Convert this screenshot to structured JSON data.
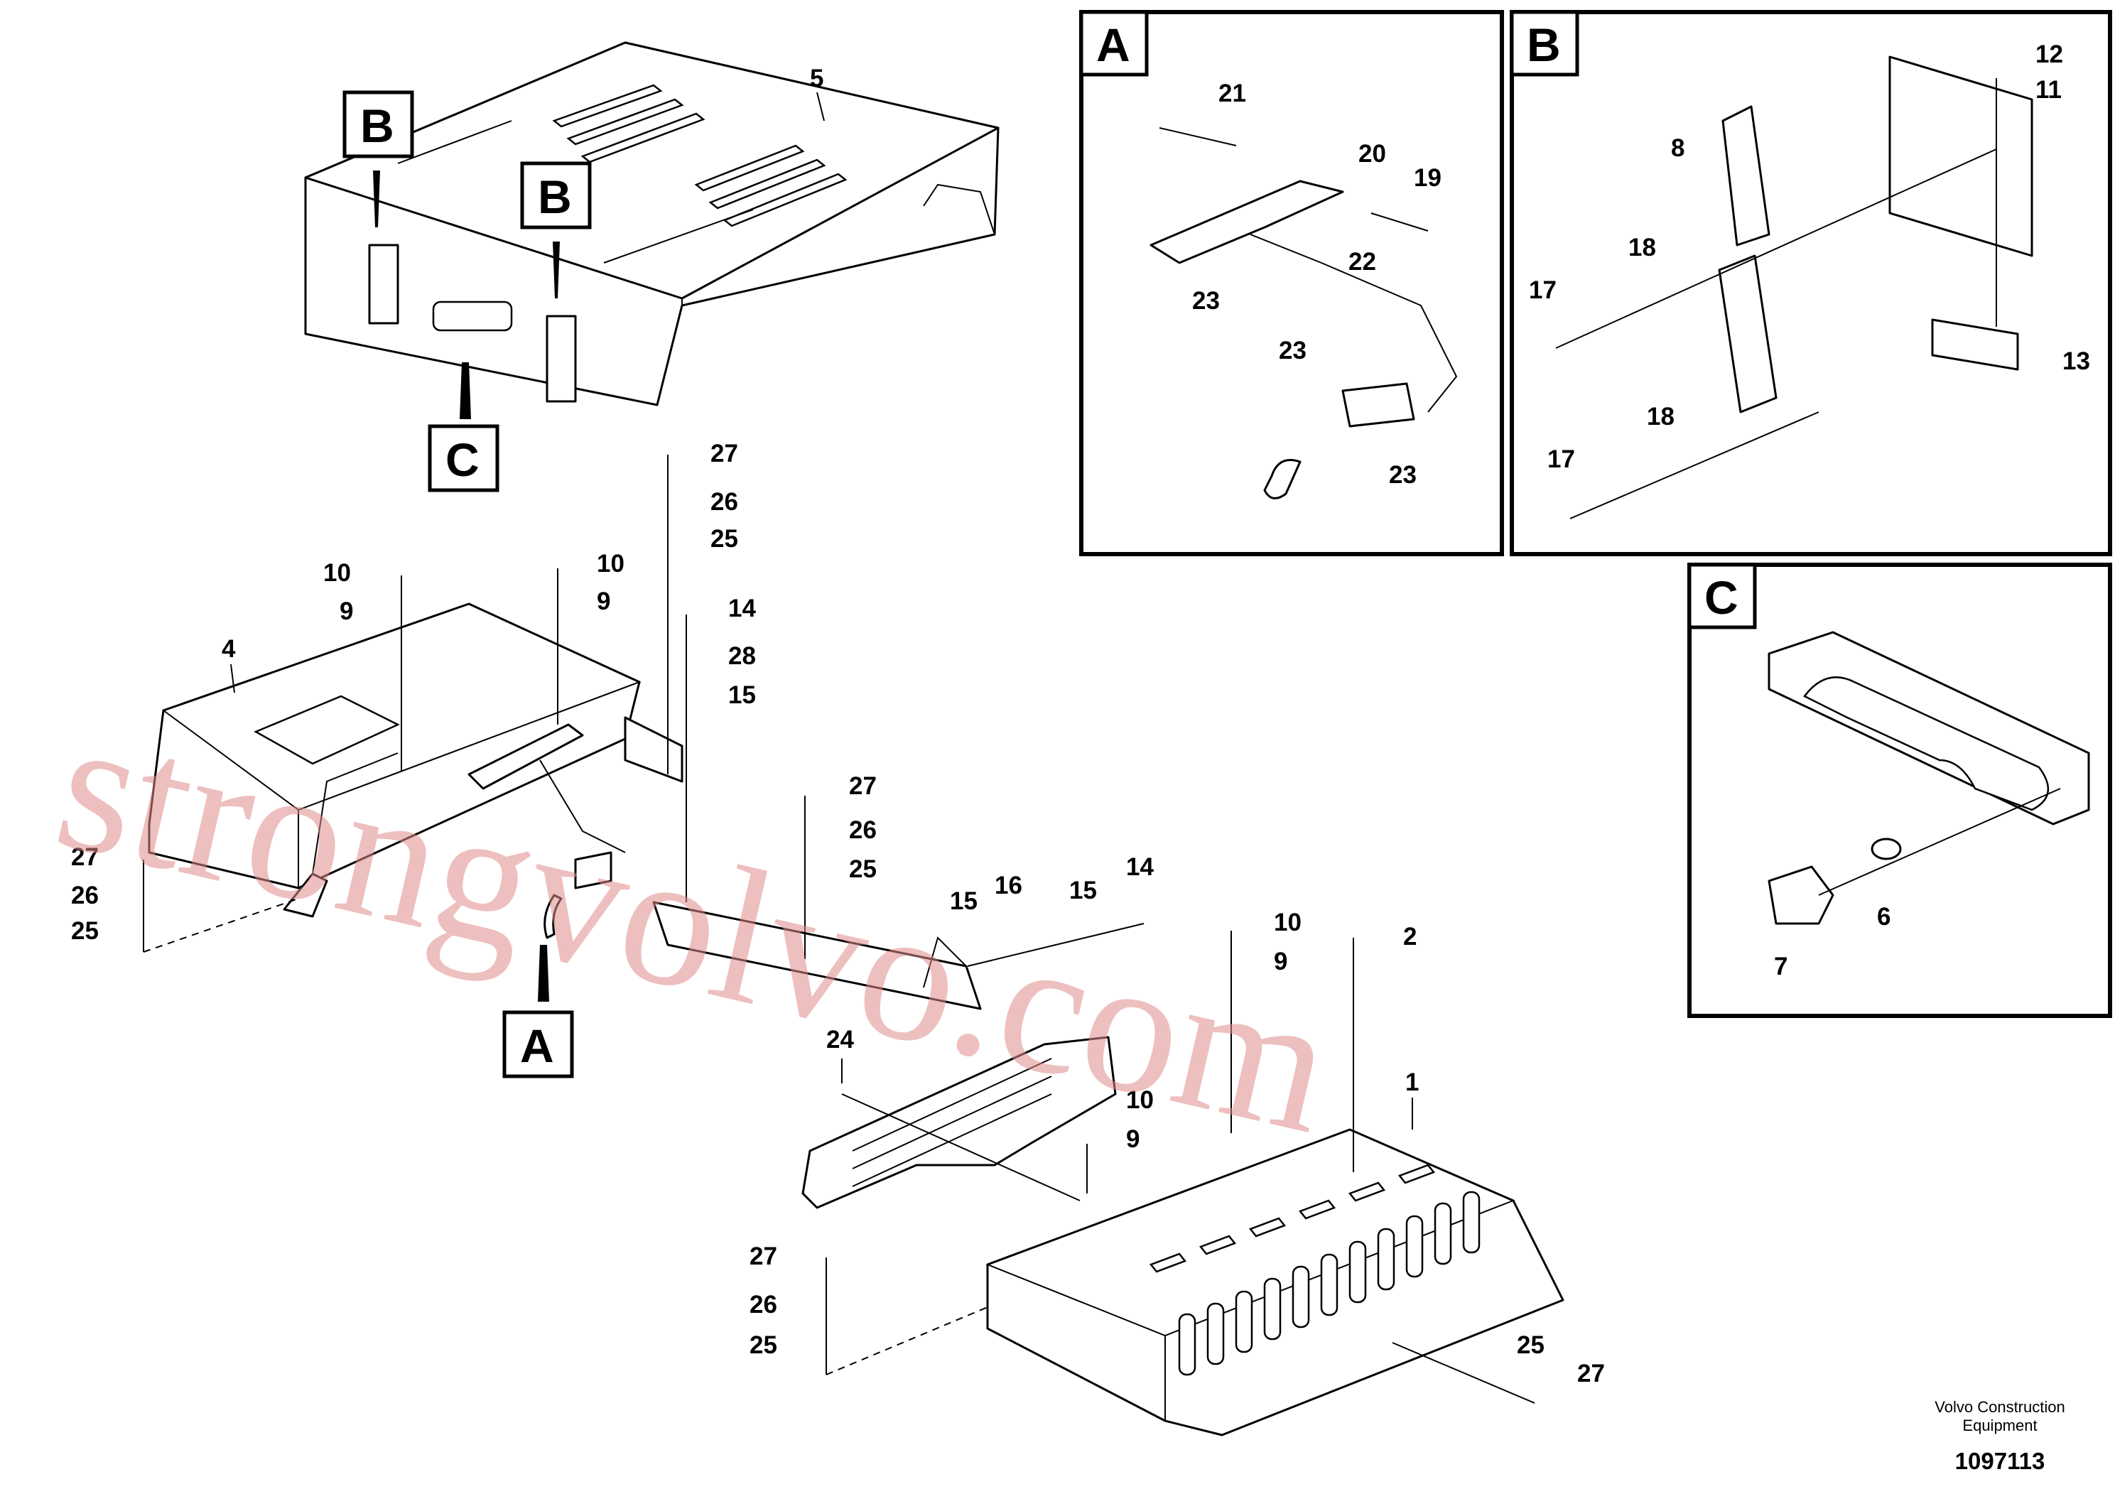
{
  "drawing": {
    "footer_line1": "Volvo Construction",
    "footer_line2": "Equipment",
    "figure_id": "1097113",
    "watermark": "strongvolvo.com"
  },
  "detail_boxes": {
    "a": "A",
    "b": "B",
    "c": "C"
  },
  "callouts": {
    "top_b1": "B",
    "top_b2": "B",
    "top_c": "C",
    "bottom_a": "A"
  },
  "labels": {
    "p5": "5",
    "p4": "4",
    "p1": "1",
    "p2": "2",
    "p24": "24",
    "c27a": "27",
    "c26a": "26",
    "c25a": "25",
    "l10a": "10",
    "l9a": "9",
    "l10b": "10",
    "l9b": "9",
    "l14a": "14",
    "l28": "28",
    "l15a": "15",
    "l27b": "27",
    "l26b": "26",
    "l25b": "25",
    "l27c": "27",
    "l26c": "26",
    "l25c": "25",
    "l15b": "15",
    "l16": "16",
    "l15c": "15",
    "l14b": "14",
    "l10c": "10",
    "l9c": "9",
    "l10d": "10",
    "l9d": "9",
    "l27d": "27",
    "l26d": "26",
    "l25d": "25",
    "l25e": "25",
    "l27e": "27",
    "a21": "21",
    "a20": "20",
    "a19": "19",
    "a22": "22",
    "a23a": "23",
    "a23b": "23",
    "a23c": "23",
    "b12": "12",
    "b11": "11",
    "b8": "8",
    "b18a": "18",
    "b17a": "17",
    "b13": "13",
    "b18b": "18",
    "b17b": "17",
    "c6": "6",
    "c7": "7"
  }
}
